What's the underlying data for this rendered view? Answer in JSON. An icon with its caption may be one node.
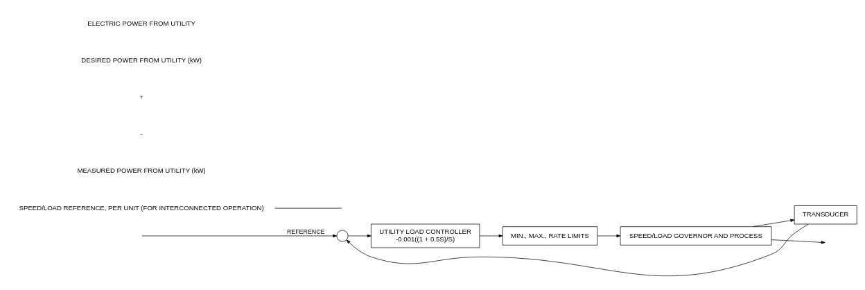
{
  "diagram": {
    "nodes": [
      {
        "text": [],
        "shape": "circle"
      },
      {
        "text": [
          "UTILITY LOAD CONTROLLER",
          "-0.001((1 + 0.5S)/S)"
        ]
      },
      {
        "text": [
          "MIN., MAX., RATE LIMITS"
        ]
      },
      {
        "text": [
          "SPEED/LOAD GOVERNOR AND PROCESS"
        ]
      },
      {
        "text": [
          "TRANSDUCER"
        ]
      },
      {
        "text": [
          "SPEED/LOAD REFERENCE, PER UNIT (FOR INTERCONNECTED OPERATION)"
        ]
      }
    ],
    "edges": [
      {
        "from": null,
        "to": 0,
        "arrow": "to",
        "label": "REFERENCE"
      },
      {
        "from": 0,
        "to": 1,
        "arrow": "to"
      },
      {
        "from": 1,
        "to": 2,
        "arrow": "to"
      },
      {
        "from": 2,
        "to": 3,
        "arrow": "to"
      },
      {
        "from": 3,
        "to": null,
        "arrow": "to"
      },
      {
        "from": 3,
        "to": 4,
        "arrow": "to"
      },
      {
        "from": 4,
        "to": 0,
        "arrow": "to"
      },
      {
        "from": 5,
        "to": null,
        "arrow": "none"
      }
    ],
    "labels": [
      "MEASURED POWER FROM UTILITY (kW)",
      "-",
      "+",
      "DESIRED POWER FROM UTILITY (kW)",
      "ELECTRIC POWER FROM UTILITY"
    ]
  }
}
